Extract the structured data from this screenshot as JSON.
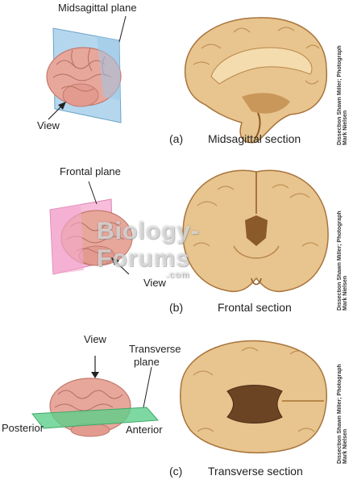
{
  "panel_a": {
    "plane_label": "Midsagittal plane",
    "view_label": "View",
    "letter": "(a)",
    "caption": "Midsagittal section",
    "credit": "Dissection Shawn Miller; Photograph Mark Nielsen"
  },
  "panel_b": {
    "plane_label": "Frontal plane",
    "view_label": "View",
    "letter": "(b)",
    "caption": "Frontal section",
    "credit": "Dissection Shawn Miller; Photograph Mark Nielsen"
  },
  "panel_c": {
    "view_label": "View",
    "plane_label_1": "Transverse",
    "plane_label_2": "plane",
    "posterior_label": "Posterior",
    "anterior_label": "Anterior",
    "letter": "(c)",
    "caption": "Transverse section",
    "credit": "Dissection Shawn Miller; Photograph Mark Nielsen"
  },
  "watermark": "Biology-Forums",
  "watermark_sub": ".com",
  "colors": {
    "brain_pink": "#e8a79b",
    "brain_outline": "#c27a6e",
    "plane_blue": "#9cc9e8",
    "plane_pink": "#f4a8cf",
    "plane_green": "#5ccf8a",
    "specimen": "#e8c48e",
    "specimen_dark": "#b8874a"
  }
}
